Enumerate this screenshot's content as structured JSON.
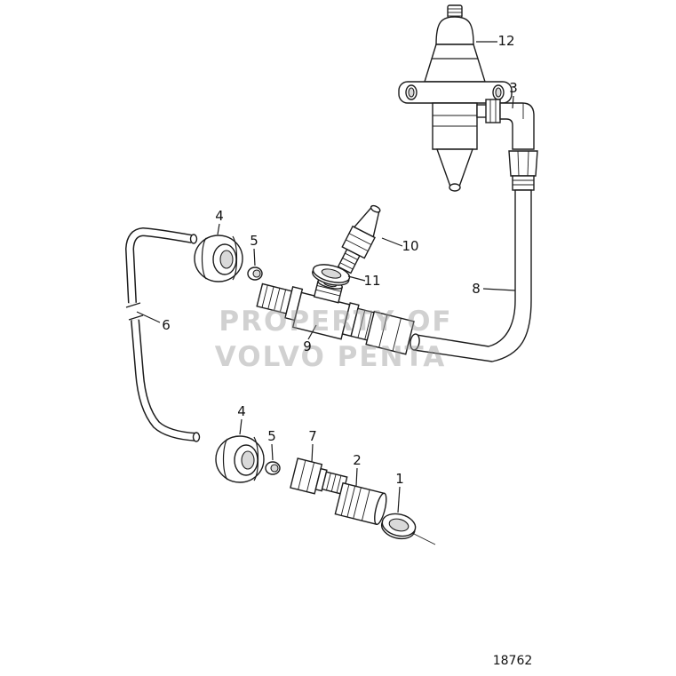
{
  "colors": {
    "line": "#1c1c1c",
    "fill": "#ffffff",
    "shade": "#d9d9d9",
    "watermark": "#9a9a9a"
  },
  "diagram": {
    "watermark": {
      "line1": "PROPERTY OF",
      "line2": "VOLVO PENTA"
    },
    "part_number": "18762",
    "callouts": [
      {
        "label": "12"
      },
      {
        "label": "3"
      },
      {
        "label": "8"
      },
      {
        "label": "10"
      },
      {
        "label": "11"
      },
      {
        "label": "9"
      },
      {
        "label": "4"
      },
      {
        "label": "5"
      },
      {
        "label": "6"
      },
      {
        "label": "4"
      },
      {
        "label": "5"
      },
      {
        "label": "7"
      },
      {
        "label": "2"
      },
      {
        "label": "1"
      }
    ]
  }
}
